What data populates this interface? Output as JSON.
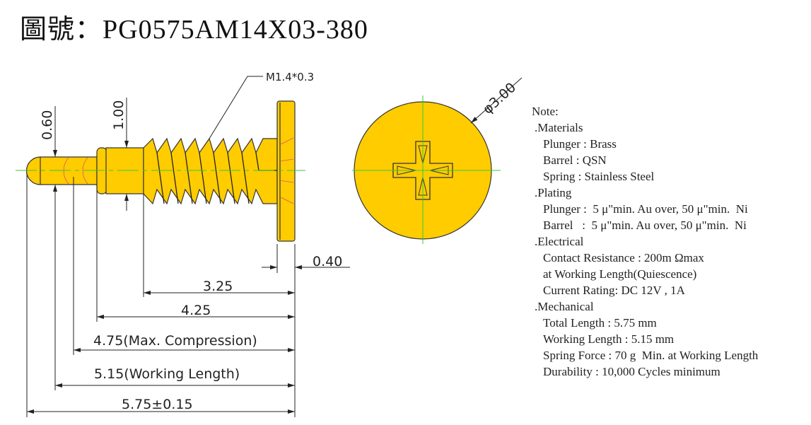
{
  "title": "圖號：PG0575AM14X03-380",
  "colors": {
    "part": "#FFCC00",
    "outline": "#333333",
    "centerline": "#33CC33",
    "hidden": "#E0506A"
  },
  "dimensions": {
    "thread": "M1.4*0.3",
    "tip_dia": "0.60",
    "barrel_dia": "1.00",
    "head_thickness": "0.40",
    "head_dia": "φ3.00",
    "d325": "3.25",
    "d425": "4.25",
    "d475": "4.75(Max. Compression)",
    "d515": "5.15(Working Length)",
    "d575": "5.75±0.15"
  },
  "notes": [
    {
      "level": 0,
      "text": "Note:"
    },
    {
      "level": 1,
      "text": ".Materials"
    },
    {
      "level": 2,
      "text": "Plunger : Brass"
    },
    {
      "level": 2,
      "text": "Barrel : QSN"
    },
    {
      "level": 2,
      "text": "Spring : Stainless Steel"
    },
    {
      "level": 1,
      "text": ".Plating"
    },
    {
      "level": 2,
      "text": "Plunger :  5 μ\"min. Au over, 50 μ\"min.  Ni"
    },
    {
      "level": 2,
      "text": "Barrel   :  5 μ\"min. Au over, 50 μ\"min.  Ni"
    },
    {
      "level": 1,
      "text": ".Electrical"
    },
    {
      "level": 2,
      "text": "Contact Resistance : 200m Ωmax"
    },
    {
      "level": 2,
      "text": "at Working Length(Quiescence)"
    },
    {
      "level": 2,
      "text": "Current Rating: DC 12V , 1A"
    },
    {
      "level": 1,
      "text": ".Mechanical"
    },
    {
      "level": 2,
      "text": "Total Length : 5.75 mm"
    },
    {
      "level": 2,
      "text": "Working Length : 5.15 mm"
    },
    {
      "level": 2,
      "text": "Spring Force : 70 g  Min. at Working Length"
    },
    {
      "level": 2,
      "text": "Durability : 10,000 Cycles minimum"
    }
  ]
}
